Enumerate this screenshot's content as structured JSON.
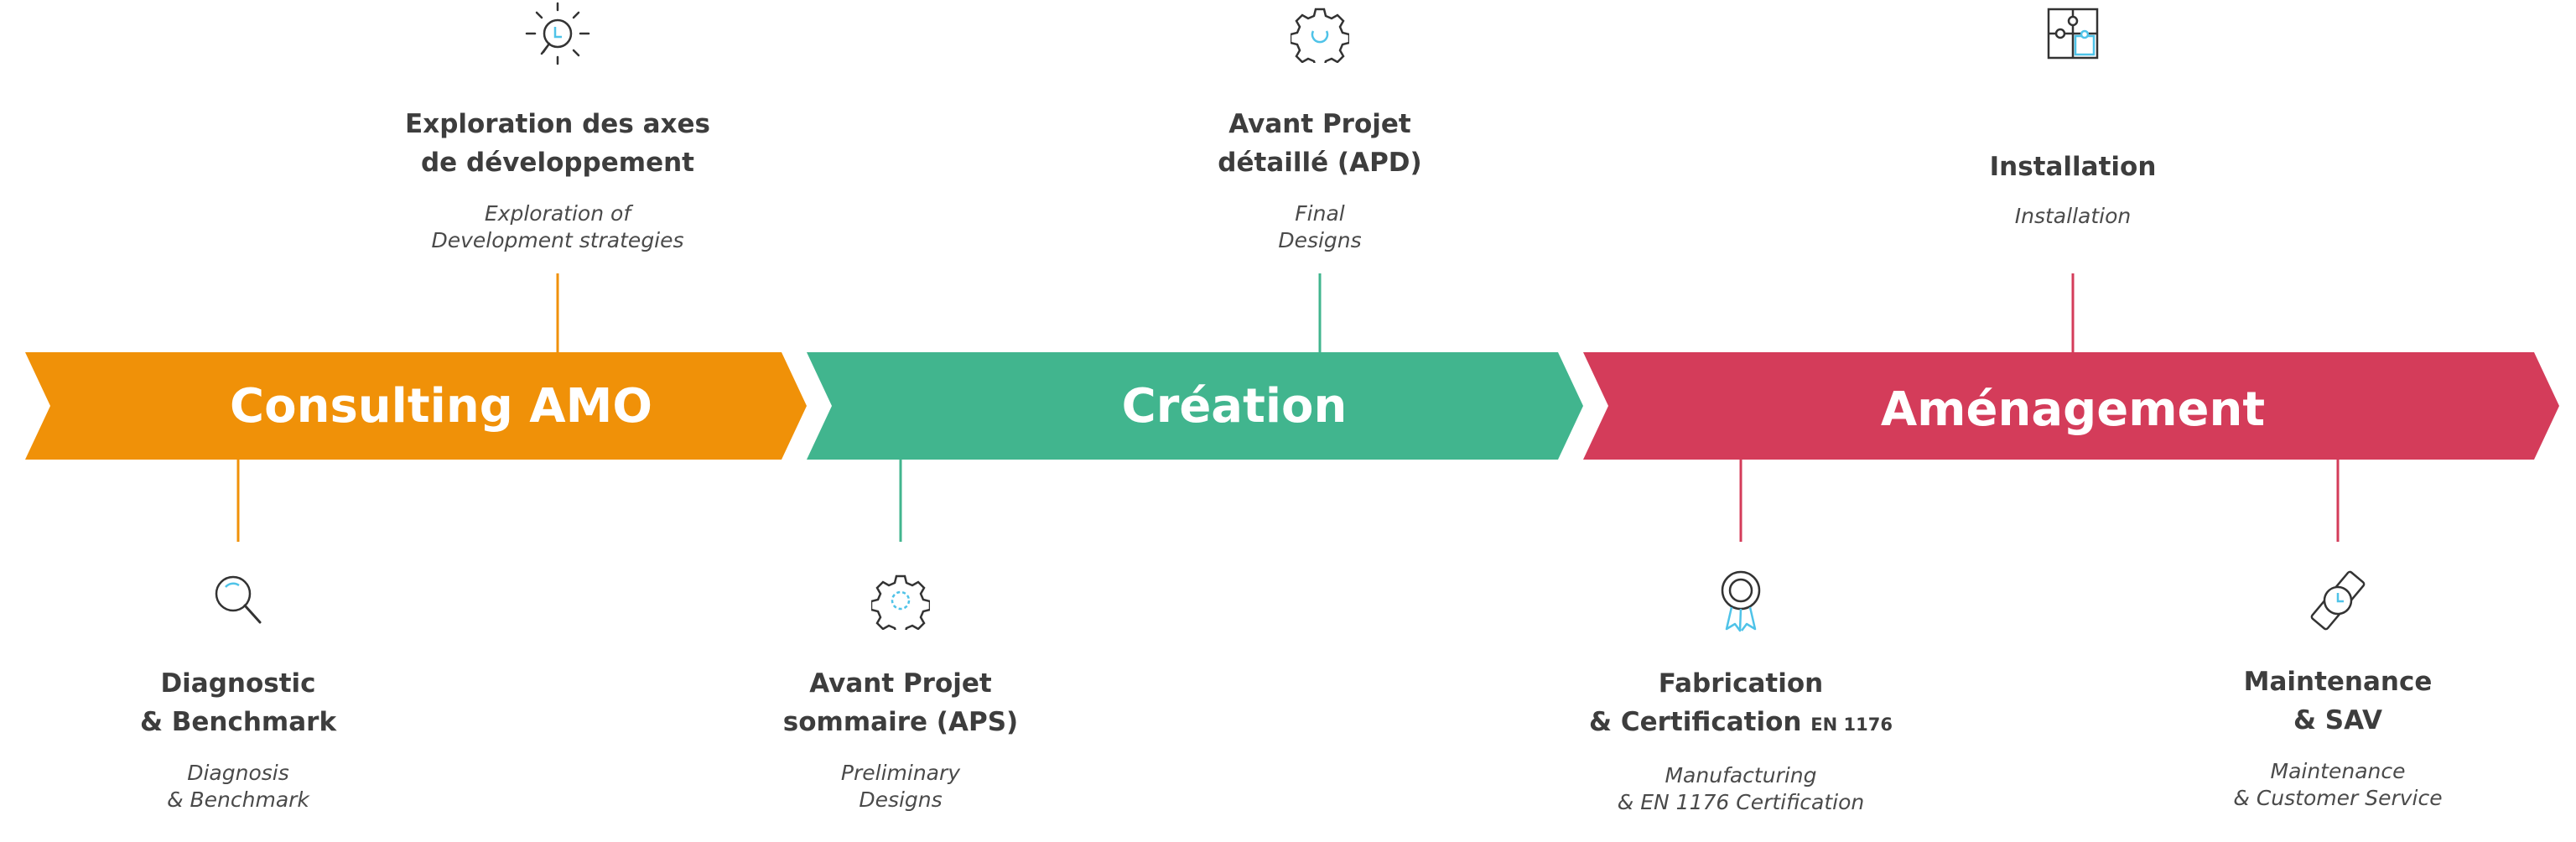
{
  "phases": [
    {
      "label": "Consulting AMO",
      "color": "#f09108"
    },
    {
      "label": "Création",
      "color": "#41b58e"
    },
    {
      "label": "Aménagement",
      "color": "#d43c5a"
    }
  ],
  "steps": {
    "exploration": {
      "title_line1": "Exploration des axes",
      "title_line2": "de développement",
      "sub_line1": "Exploration of",
      "sub_line2": "Development strategies",
      "icon": "lightbulb-icon"
    },
    "apd": {
      "title_line1": "Avant Projet",
      "title_line2": "détaillé (APD)",
      "sub_line1": "Final",
      "sub_line2": "Designs",
      "icon": "gear-icon"
    },
    "installation": {
      "title": "Installation",
      "sub": "Installation",
      "icon": "puzzle-icon"
    },
    "diagnostic": {
      "title_line1": "Diagnostic",
      "title_line2": "& Benchmark",
      "sub_line1": "Diagnosis",
      "sub_line2": "& Benchmark",
      "icon": "magnifier-icon"
    },
    "aps": {
      "title_line1": "Avant Projet",
      "title_line2": "sommaire (APS)",
      "sub_line1": "Preliminary",
      "sub_line2": "Designs",
      "icon": "gear-icon"
    },
    "fabrication": {
      "title_line1": "Fabrication",
      "title_line2": "& Certification",
      "title_suffix": "EN 1176",
      "sub_line1": "Manufacturing",
      "sub_line2": "& EN 1176 Certification",
      "icon": "award-ribbon-icon"
    },
    "maintenance": {
      "title_line1": "Maintenance",
      "title_line2": "& SAV",
      "sub_line1": "Maintenance",
      "sub_line2": "& Customer Service",
      "icon": "watch-icon"
    }
  },
  "colors": {
    "text": "#3d3d3d",
    "icon_stroke": "#333333",
    "icon_accent": "#4fc3e8"
  }
}
